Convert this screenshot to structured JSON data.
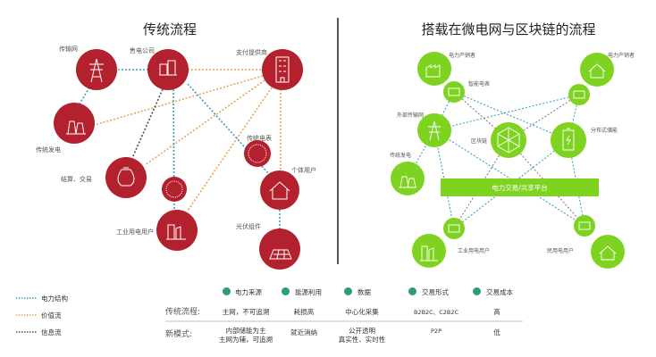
{
  "left": {
    "title": "传统流程",
    "nodes": {
      "grid": "传输网",
      "retailer": "售电公司",
      "payment": "支付提供商",
      "generation": "传统发电",
      "settlement": "结算、交易",
      "meter": "传统电表",
      "household": "个体用户",
      "industrial": "工业用电用户",
      "solar": "光伏组件"
    }
  },
  "right": {
    "title": "搭载在微电网与区块链的流程",
    "nodes": {
      "prosumer_left": "电力产销者",
      "smart_meter": "智能电表",
      "prosumer_right": "电力产销者",
      "external_grid": "外部传输网",
      "generation": "传统发电",
      "blockchain": "区块链",
      "storage": "分布式储能",
      "industrial": "工业用电用户",
      "residential": "民用电用户"
    },
    "platform": "电力交易/共享平台"
  },
  "legend": [
    {
      "label": "电力结构",
      "color": "#3a9fc0"
    },
    {
      "label": "价值流",
      "color": "#e8a455"
    },
    {
      "label": "信息流",
      "color": "#444e66"
    }
  ],
  "table": {
    "headers": [
      "电力来源",
      "能源利用",
      "数据",
      "交易形式",
      "交易成本"
    ],
    "rows": [
      {
        "label": "传统流程:",
        "cells": [
          "主网，不可追溯",
          "耗损高",
          "中心化采集",
          "B2B2C、C2B2C",
          "高"
        ]
      },
      {
        "label": "新模式:",
        "cells": [
          "内部储能为主\n主网为辅，可追溯",
          "就近消纳",
          "公开透明\n真实性、实时性",
          "P2P",
          "低"
        ]
      }
    ]
  },
  "colors": {
    "red": "#b3202e",
    "green": "#7ed321",
    "blue": "#3a9fc0",
    "orange": "#e8a455",
    "dark": "#444e66",
    "teal": "#2e9c79"
  }
}
